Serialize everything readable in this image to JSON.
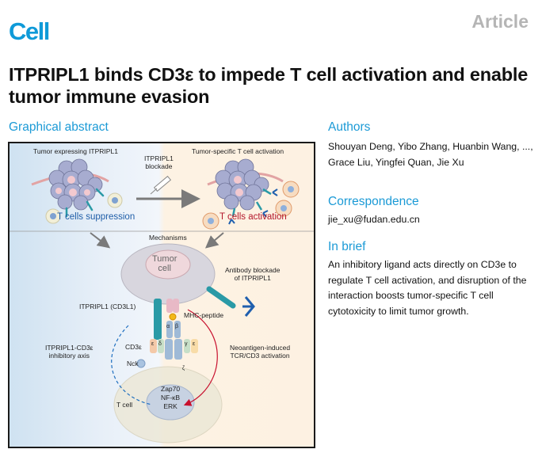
{
  "header": {
    "journal": "Cell",
    "article_type": "Article"
  },
  "title": "ITPRIPL1 binds CD3ε to impede T cell activation and enable tumor immune evasion",
  "sections": {
    "graphical_abstract": "Graphical abstract",
    "authors": "Authors",
    "correspondence": "Correspondence",
    "in_brief": "In brief"
  },
  "authors_text": "Shouyan Deng, Yibo Zhang, Huanbin Wang, ..., Grace Liu, Yingfei Quan, Jie Xu",
  "correspondence_email": "jie_xu@fudan.edu.cn",
  "in_brief_text": "An inhibitory ligand acts directly on CD3e to regulate T cell activation, and disruption of the interaction boosts tumor-specific T cell cytotoxicity to limit tumor growth.",
  "graphical_abstract": {
    "left_panel_title": "Tumor expressing ITPRIPL1",
    "right_panel_title": "Tumor-specific T cell activation",
    "blockade_label": "ITPRIPL1\nblockade",
    "suppression_label": "T cells suppression",
    "activation_label": "T cells activation",
    "mechanisms_label": "Mechanisms",
    "tumor_cell_label": "Tumor\ncell",
    "antibody_label": "Antibody blockade\nof ITPRIPL1",
    "itpripl1_label": "ITPRIPL1 (CD3L1)",
    "mhc_label": "MHC-peptide",
    "inhibitory_axis_label": "ITPRIPL1-CD3ε\ninhibitory axis",
    "cd3e_label": "CD3ε",
    "activation_axis_label": "Neoantigen-induced\nTCR/CD3 activation",
    "nck_label": "Nck",
    "signaling_labels": [
      "Zap70",
      "NF-κB",
      "ERK"
    ],
    "t_cell_label": "T cell",
    "subunits": {
      "alpha": "α",
      "beta": "β",
      "epsilon": "ε",
      "delta": "δ",
      "gamma": "γ",
      "zeta": "ζ"
    },
    "colors": {
      "blue_text": "#1f5ea8",
      "red_text": "#b3172b",
      "teal_ligand": "#2a9aa6",
      "antibody_blue": "#1f5fae"
    }
  }
}
